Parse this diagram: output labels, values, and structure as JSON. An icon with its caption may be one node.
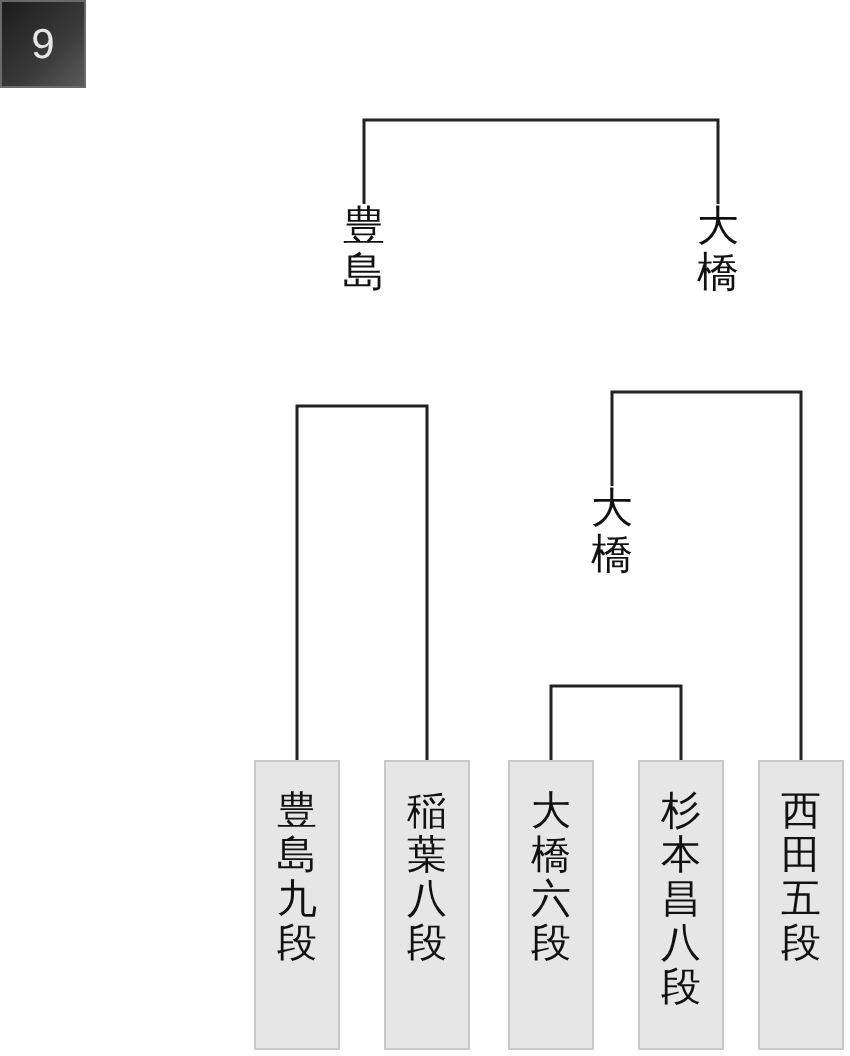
{
  "diagram": {
    "nodes": [
      {
        "text": [
          "9"
        ]
      },
      {
        "text": [
          "豊島"
        ]
      },
      {
        "text": [
          "大橋"
        ]
      },
      {
        "text": [
          "大橋"
        ]
      },
      {
        "text": [
          "豊島九段"
        ]
      },
      {
        "text": [
          "稲葉八段"
        ]
      },
      {
        "text": [
          "大橋六段"
        ]
      },
      {
        "text": [
          "杉本昌八段"
        ]
      },
      {
        "text": [
          "西田五段"
        ]
      }
    ],
    "edges": [
      {
        "from": 1,
        "to": 2,
        "arrow": "none"
      },
      {
        "from": 3,
        "to": 8,
        "arrow": "none"
      },
      {
        "from": 4,
        "to": 5,
        "arrow": "none"
      },
      {
        "from": 6,
        "to": 7,
        "arrow": "none"
      }
    ]
  }
}
